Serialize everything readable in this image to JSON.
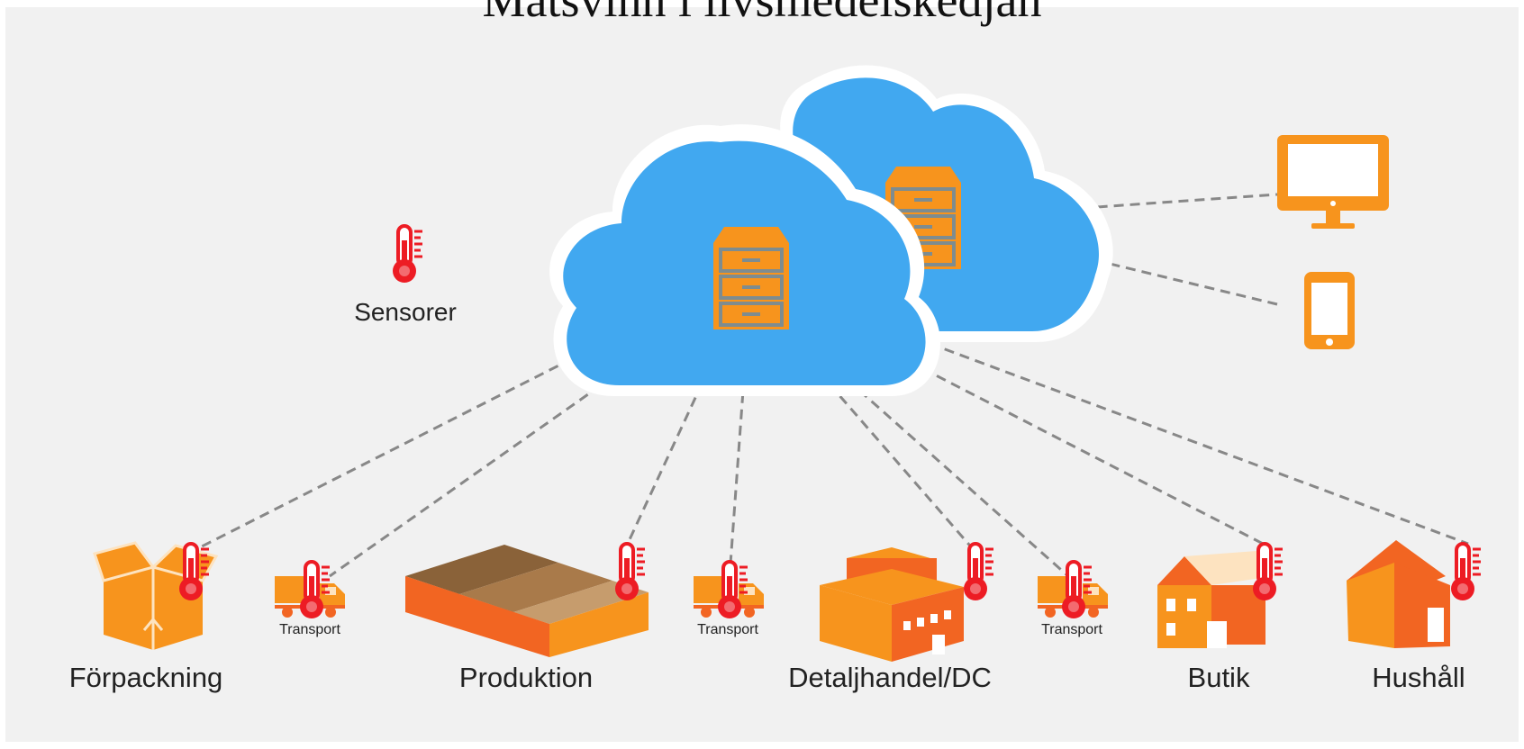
{
  "title": "Matsvinn i livsmedelskedjan",
  "sensor_label": "Sensorer",
  "stages": [
    "Förpackning",
    "Produktion",
    "Detaljhandel/DC",
    "Butik",
    "Hushåll"
  ],
  "transport_label": "Transport",
  "colors": {
    "orange": "#f7941d",
    "dark_orange": "#f26522",
    "cloud": "#41a8f0",
    "red": "#ed1c24",
    "dash": "#888888"
  }
}
